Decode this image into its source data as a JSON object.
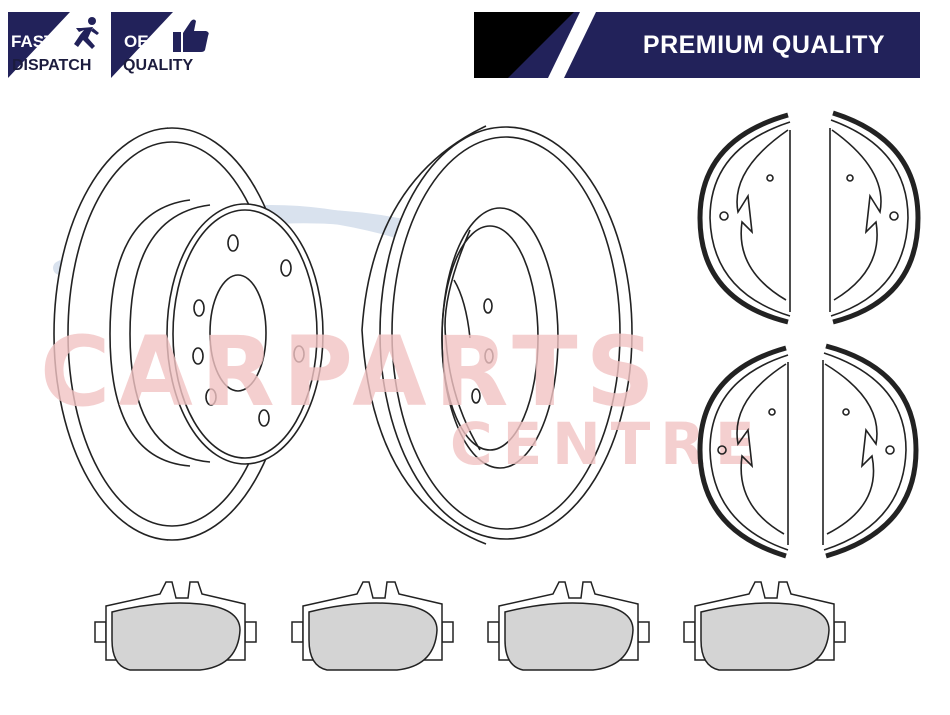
{
  "badges": {
    "fast": {
      "line1": "FAST",
      "line2": "DISPATCH"
    },
    "oe": {
      "line1": "OE",
      "line2": "QUALITY"
    }
  },
  "banner": {
    "text": "PREMIUM QUALITY"
  },
  "watermark": {
    "line1": "CARPARTS",
    "line2": "CENTRE"
  },
  "colors": {
    "navy": "#22225a",
    "badge_text": "#1c1c3e",
    "watermark_red": "#f2c4c4",
    "watermark_blue": "#d9e2ee",
    "line": "#222222",
    "pad_fill": "#d4d4d4"
  },
  "icons": [
    "running-man-icon",
    "thumbs-up-icon"
  ]
}
